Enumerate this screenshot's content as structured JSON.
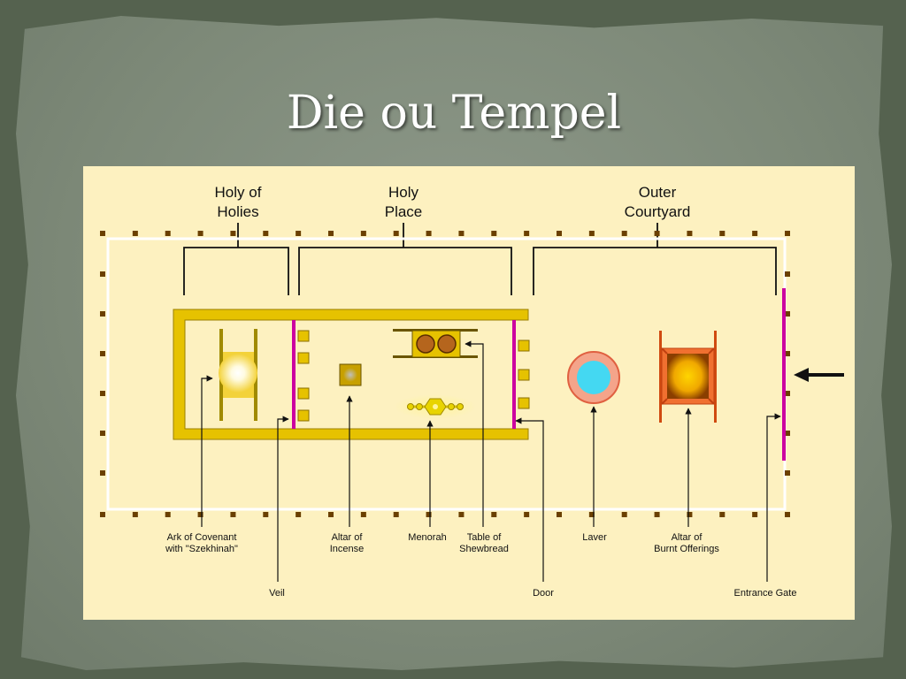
{
  "slide": {
    "title": "Die ou Tempel"
  },
  "diagram": {
    "sections": [
      {
        "line1": "Holy of",
        "line2": "Holies"
      },
      {
        "line1": "Holy",
        "line2": "Place"
      },
      {
        "line1": "Outer",
        "line2": "Courtyard"
      }
    ],
    "labels": {
      "ark_line1": "Ark of Covenant",
      "ark_line2": "with \"Szekhinah\"",
      "veil": "Veil",
      "incense_line1": "Altar of",
      "incense_line2": "Incense",
      "menorah": "Menorah",
      "shewbread_line1": "Table of",
      "shewbread_line2": "Shewbread",
      "door": "Door",
      "laver": "Laver",
      "burnt_line1": "Altar of",
      "burnt_line2": "Burnt Offerings",
      "gate": "Entrance Gate"
    },
    "colors": {
      "background": "#fdf1c0",
      "temple_wall": "#e6c200",
      "curtain": "#cc00a0",
      "courtyard_fence": "#ffffff",
      "post": "#6b4000",
      "laver_water": "#44d8f2",
      "laver_rim": "#f07050",
      "altar": "#e8622a"
    }
  }
}
